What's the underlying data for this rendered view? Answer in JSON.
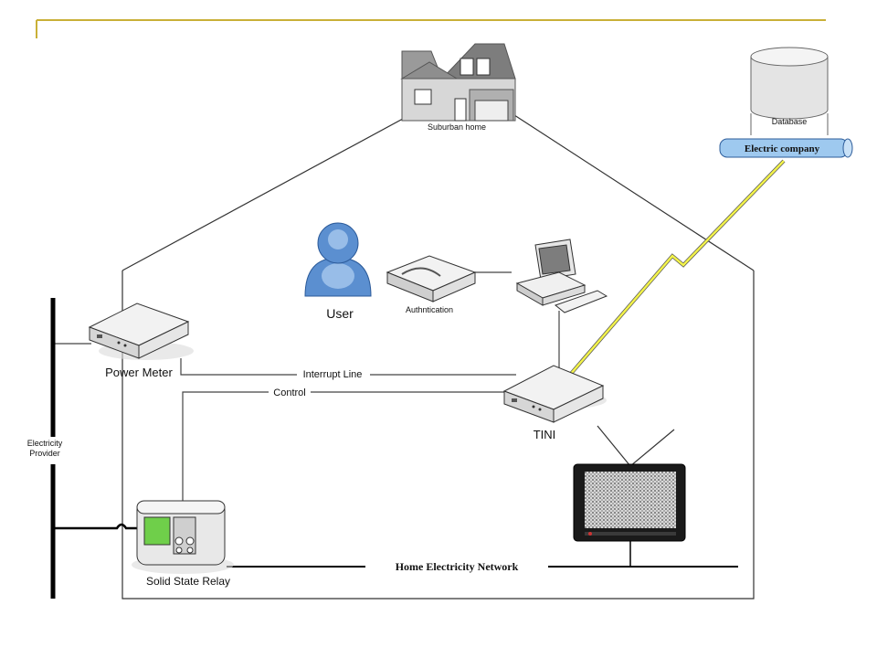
{
  "labels": {
    "house": "Suburban home",
    "database": "Database",
    "electric_company": "Electric company",
    "user": "User",
    "authentication": "Authntication",
    "power_meter": "Power Meter",
    "interrupt_line": "Interrupt Line",
    "control": "Control",
    "tini": "TINI",
    "electricity_provider_1": "Electricity",
    "electricity_provider_2": "Provider",
    "solid_state_relay": "Solid State Relay",
    "home_network": "Home Electricity Network"
  },
  "colors": {
    "accent_rule": "#c9b037",
    "lightning": "#f2f24a",
    "company_pipe": "#9ec9ef",
    "user_figure": "#5b8fd0",
    "tv_frame": "#1a1a1a",
    "relay_screen": "#6fcf4a"
  },
  "icons": {
    "house": "house-icon",
    "database": "database-cylinder-icon",
    "user": "user-person-icon",
    "authentication": "authentication-device-icon",
    "computer": "desktop-computer-icon",
    "power_meter": "power-meter-device-icon",
    "tini": "tini-device-icon",
    "relay": "solid-state-relay-icon",
    "tv": "television-icon",
    "lightning": "wireless-lightning-icon"
  }
}
